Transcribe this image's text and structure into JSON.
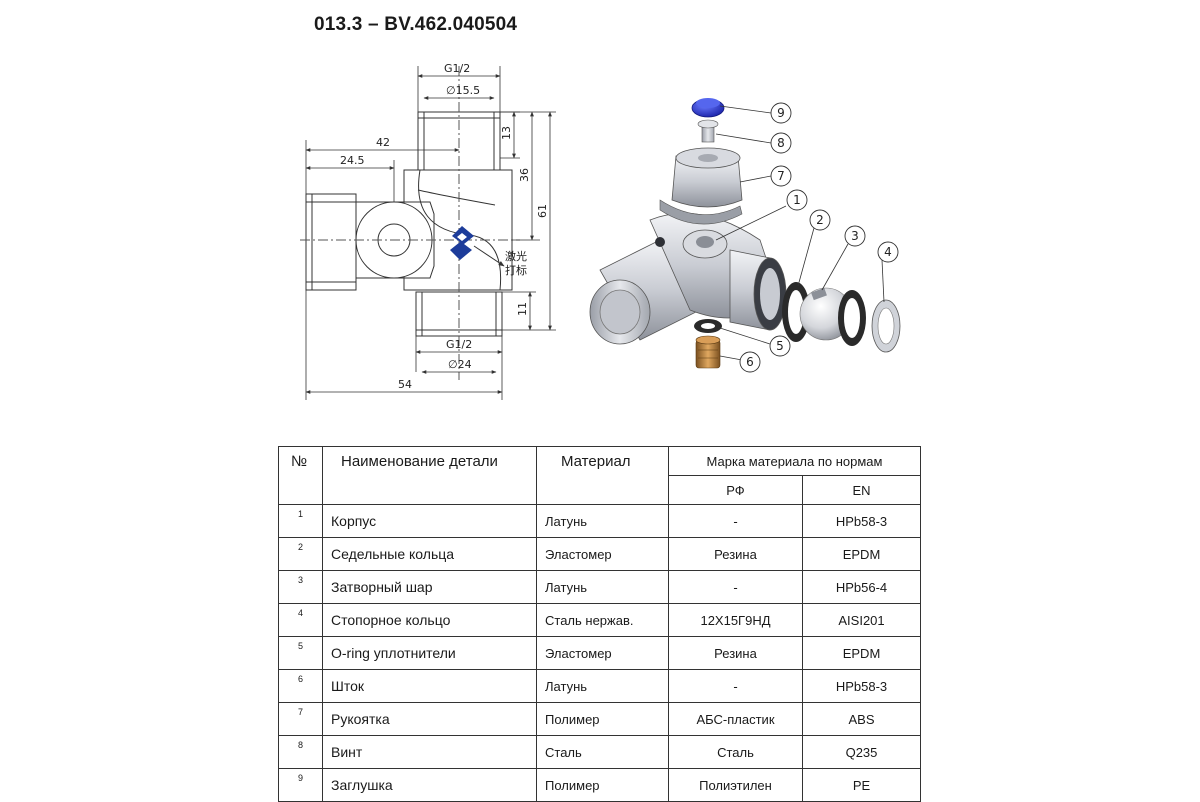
{
  "title": "013.3 – BV.462.040504",
  "drawing": {
    "dims": {
      "g_top": "G1/2",
      "d_top": "∅15.5",
      "len42": "42",
      "len24_5": "24.5",
      "h13": "13",
      "h36": "36",
      "h61": "61",
      "h11": "11",
      "g_bottom": "G1/2",
      "d_bottom": "∅24",
      "len54": "54"
    },
    "laser_mark": [
      "激光",
      "打标"
    ],
    "callouts": [
      "1",
      "2",
      "3",
      "4",
      "5",
      "6",
      "7",
      "8",
      "9"
    ],
    "colors": {
      "metal": "#cfd2d8",
      "logo": "#1d3c9a",
      "cap": "#2233cc",
      "brass": "#b8803a",
      "seal": "#2a2a2a"
    }
  },
  "table": {
    "headers": {
      "num": "№",
      "name": "Наименование детали",
      "material": "Материал",
      "grade": "Марка материала по нормам",
      "rf": "РФ",
      "en": "EN"
    },
    "rows": [
      {
        "num": "1",
        "name": "Корпус",
        "material": "Латунь",
        "rf": "-",
        "en": "HPb58-3"
      },
      {
        "num": "2",
        "name": "Седельные кольца",
        "material": "Эластомер",
        "rf": "Резина",
        "en": "EPDM"
      },
      {
        "num": "3",
        "name": "Затворный шар",
        "material": "Латунь",
        "rf": "-",
        "en": "HPb56-4"
      },
      {
        "num": "4",
        "name": "Стопорное кольцо",
        "material": "Сталь нержав.",
        "rf": "12Х15Г9НД",
        "en": "AISI201"
      },
      {
        "num": "5",
        "name": "O-ring уплотнители",
        "material": "Эластомер",
        "rf": "Резина",
        "en": "EPDM"
      },
      {
        "num": "6",
        "name": "Шток",
        "material": "Латунь",
        "rf": "-",
        "en": "HPb58-3"
      },
      {
        "num": "7",
        "name": "Рукоятка",
        "material": "Полимер",
        "rf": "АБС-пластик",
        "en": "ABS"
      },
      {
        "num": "8",
        "name": "Винт",
        "material": "Сталь",
        "rf": "Сталь",
        "en": "Q235"
      },
      {
        "num": "9",
        "name": "Заглушка",
        "material": "Полимер",
        "rf": "Полиэтилен",
        "en": "PE"
      }
    ]
  }
}
